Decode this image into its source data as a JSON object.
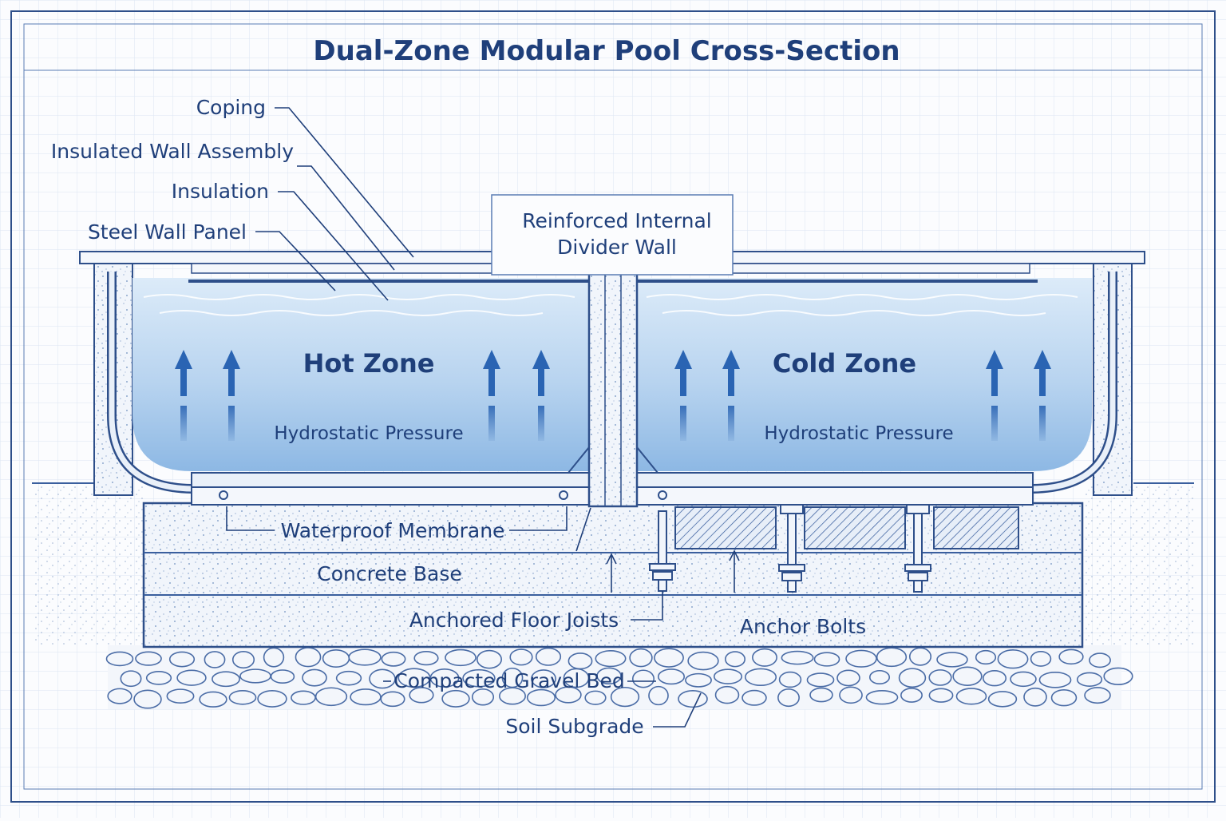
{
  "title": "Dual-Zone Modular Pool Cross-Section",
  "colors": {
    "ink": "#1f3f7a",
    "line": "#3a5f9e",
    "grid": "#c9d8ee",
    "water_top": "#dcebf9",
    "water_bottom": "#8db8e4",
    "arrow": "#2a64b3",
    "paper": "#fbfcfe"
  },
  "labels": {
    "coping": "Coping",
    "insulated_wall_assembly": "Insulated Wall Assembly",
    "insulation": "Insulation",
    "steel_wall_panel": "Steel Wall Panel",
    "divider_line1": "Reinforced Internal",
    "divider_line2": "Divider Wall",
    "waterproof_membrane": "Waterproof Membrane",
    "concrete_base": "Concrete Base",
    "anchored_floor_joists": "Anchored Floor Joists",
    "anchor_bolts": "Anchor Bolts",
    "compacted_gravel_bed": "Compacted Gravel Bed",
    "soil_subgrade": "Soil Subgrade"
  },
  "zones": {
    "hot": {
      "name": "Hot Zone",
      "pressure": "Hydrostatic Pressure"
    },
    "cold": {
      "name": "Cold Zone",
      "pressure": "Hydrostatic Pressure"
    }
  },
  "icons": {
    "pressure_arrow": "up-arrow-icon",
    "anchor_bolt": "bolt-icon"
  }
}
